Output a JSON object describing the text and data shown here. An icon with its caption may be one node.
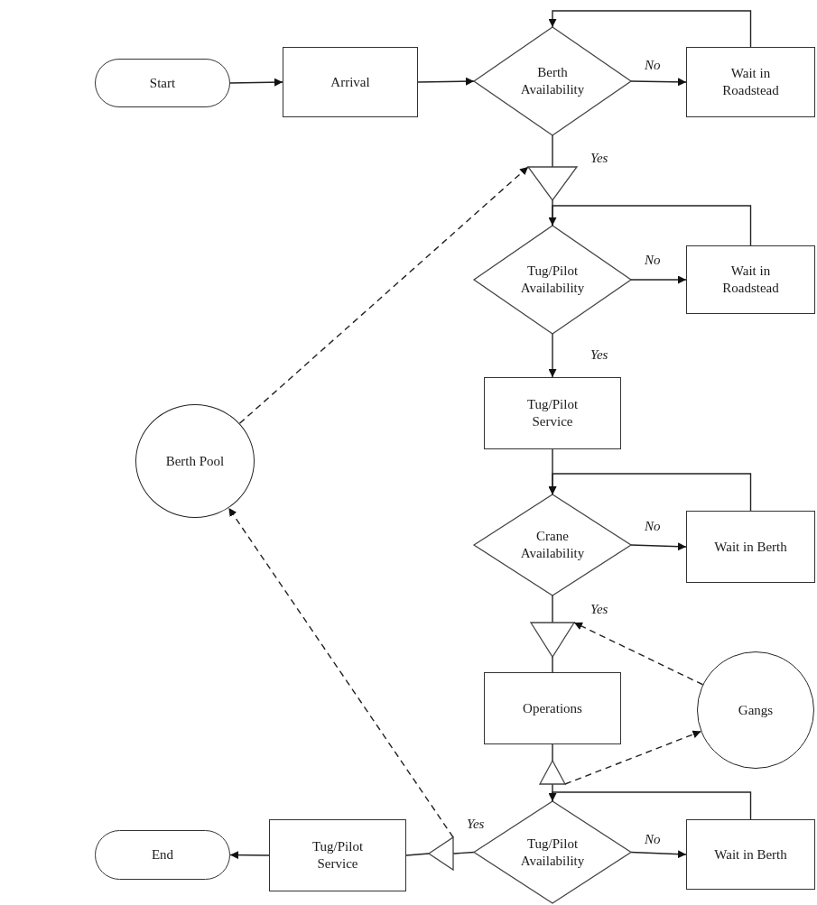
{
  "diagram": {
    "nodes": [
      {
        "text": [
          "Start"
        ]
      },
      {
        "text": [
          "Arrival"
        ]
      },
      {
        "text": [
          "Berth Availability"
        ]
      },
      {
        "text": [
          "Wait in Roadstead"
        ]
      },
      {
        "text": [],
        "shape": "triangle"
      },
      {
        "text": [
          "Tug/Pilot Availability"
        ]
      },
      {
        "text": [
          "Wait in Roadstead"
        ]
      },
      {
        "text": [
          "Tug/Pilot Service"
        ]
      },
      {
        "text": [
          "Crane Availability"
        ]
      },
      {
        "text": [
          "Wait in Berth"
        ]
      },
      {
        "text": [],
        "shape": "triangle"
      },
      {
        "text": [
          "Operations"
        ]
      },
      {
        "text": [],
        "shape": "triangle"
      },
      {
        "text": [
          "Gangs"
        ]
      },
      {
        "text": [
          "Berth Pool"
        ]
      },
      {
        "text": [
          "Tug/Pilot Availability"
        ]
      },
      {
        "text": [
          "Wait in Berth"
        ]
      },
      {
        "text": [],
        "shape": "triangle"
      },
      {
        "text": [
          "Tug/Pilot Service"
        ]
      },
      {
        "text": [
          "End"
        ]
      }
    ],
    "edges": [
      {
        "from": 0,
        "to": 1,
        "arrow": "to"
      },
      {
        "from": 1,
        "to": 2,
        "arrow": "to"
      },
      {
        "from": 2,
        "to": 3,
        "arrow": "to",
        "label": "No"
      },
      {
        "from": 3,
        "to": 2,
        "arrow": "to"
      },
      {
        "from": 2,
        "to": 4,
        "arrow": "none",
        "label": "Yes"
      },
      {
        "from": 4,
        "to": 5,
        "arrow": "none"
      },
      {
        "from": 5,
        "to": 6,
        "arrow": "to",
        "label": "No"
      },
      {
        "from": 6,
        "to": 5,
        "arrow": "to"
      },
      {
        "from": 5,
        "to": 7,
        "arrow": "to",
        "label": "Yes"
      },
      {
        "from": 7,
        "to": 8,
        "arrow": "to"
      },
      {
        "from": 8,
        "to": 9,
        "arrow": "to",
        "label": "No"
      },
      {
        "from": 9,
        "to": 8,
        "arrow": "to"
      },
      {
        "from": 8,
        "to": 10,
        "arrow": "none",
        "label": "Yes"
      },
      {
        "from": 10,
        "to": 11,
        "arrow": "none"
      },
      {
        "from": 11,
        "to": 12,
        "arrow": "none"
      },
      {
        "from": 12,
        "to": 15,
        "arrow": "none"
      },
      {
        "from": 15,
        "to": 16,
        "arrow": "to",
        "label": "No"
      },
      {
        "from": 16,
        "to": 15,
        "arrow": "to"
      },
      {
        "from": 15,
        "to": 17,
        "arrow": "none",
        "label": "Yes"
      },
      {
        "from": 17,
        "to": 18,
        "arrow": "none"
      },
      {
        "from": 18,
        "to": 19,
        "arrow": "to"
      },
      {
        "from": 14,
        "to": 4,
        "arrow": "to",
        "style": "dashed"
      },
      {
        "from": 13,
        "to": 10,
        "arrow": "to",
        "style": "dashed"
      },
      {
        "from": 12,
        "to": 13,
        "arrow": "to",
        "style": "dashed"
      },
      {
        "from": 17,
        "to": 14,
        "arrow": "to",
        "style": "dashed"
      }
    ]
  }
}
